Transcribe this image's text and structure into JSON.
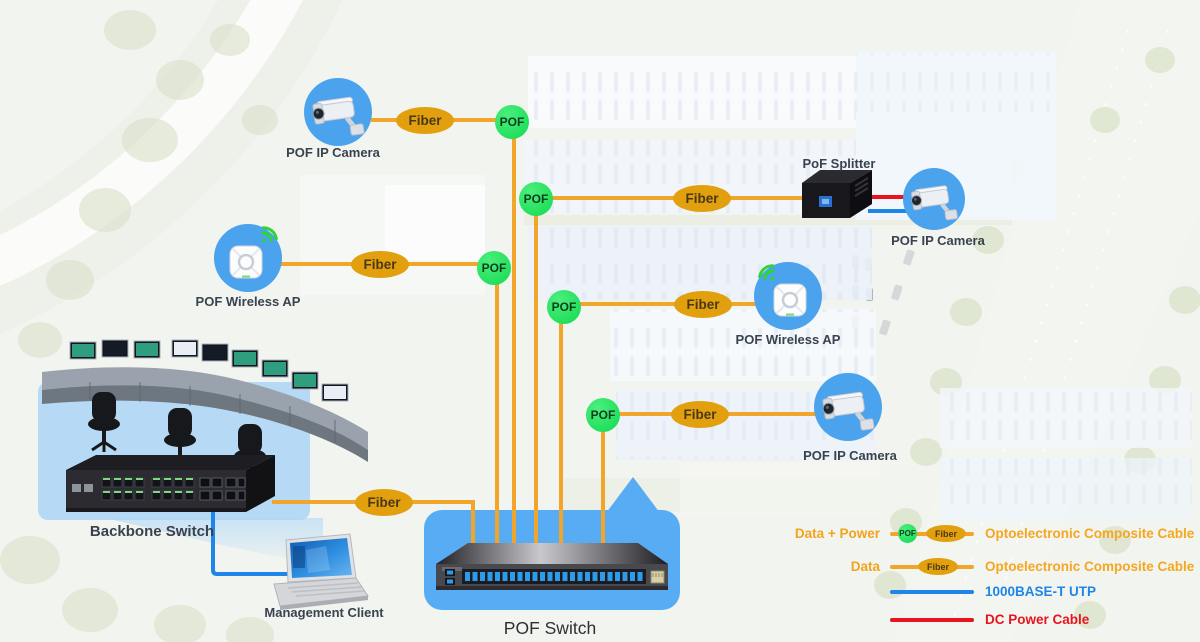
{
  "diagram": {
    "badges": {
      "pof": "POF",
      "fiber": "Fiber"
    },
    "nodes": {
      "camera_top_left": "POF IP Camera",
      "splitter": "PoF Splitter",
      "camera_top_right": "POF IP Camera",
      "ap_left": "POF Wireless AP",
      "ap_right": "POF Wireless AP",
      "camera_right": "POF IP Camera",
      "backbone": "Backbone Switch",
      "client": "Management Client",
      "pof_switch": "POF Switch"
    },
    "legend": {
      "data_power_label": "Data + Power",
      "data_label": "Data",
      "composite1": "Optoelectronic Composite Cable",
      "composite2": "Optoelectronic Composite Cable",
      "utp": "1000BASE-T UTP",
      "dc": "DC Power Cable"
    },
    "colors": {
      "cable_orange": "#f1a62b",
      "pof_green": "#12d94f",
      "utp_blue": "#1d86e8",
      "dc_red": "#e81420",
      "node_blue": "#4ba2ed",
      "bubble_blue": "#58acf4"
    }
  }
}
